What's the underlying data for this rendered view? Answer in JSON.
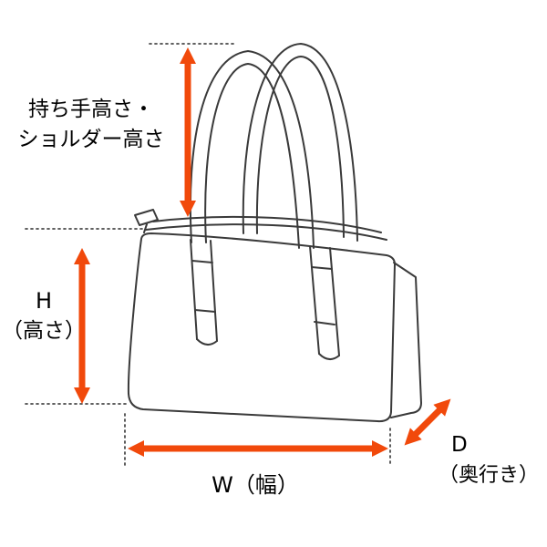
{
  "diagram": {
    "colors": {
      "arrow": "#F1490B",
      "outline": "#3a3a3a",
      "guide": "#4a4a4a",
      "background": "#ffffff"
    },
    "labels": {
      "handle_height": {
        "line1": "持ち手高さ・",
        "line2": "ショルダー高さ"
      },
      "height": {
        "letter": "H",
        "unit": "（高さ）"
      },
      "width": {
        "text": "W（幅）"
      },
      "depth": {
        "letter": "D",
        "unit": "（奥行き）"
      }
    }
  }
}
